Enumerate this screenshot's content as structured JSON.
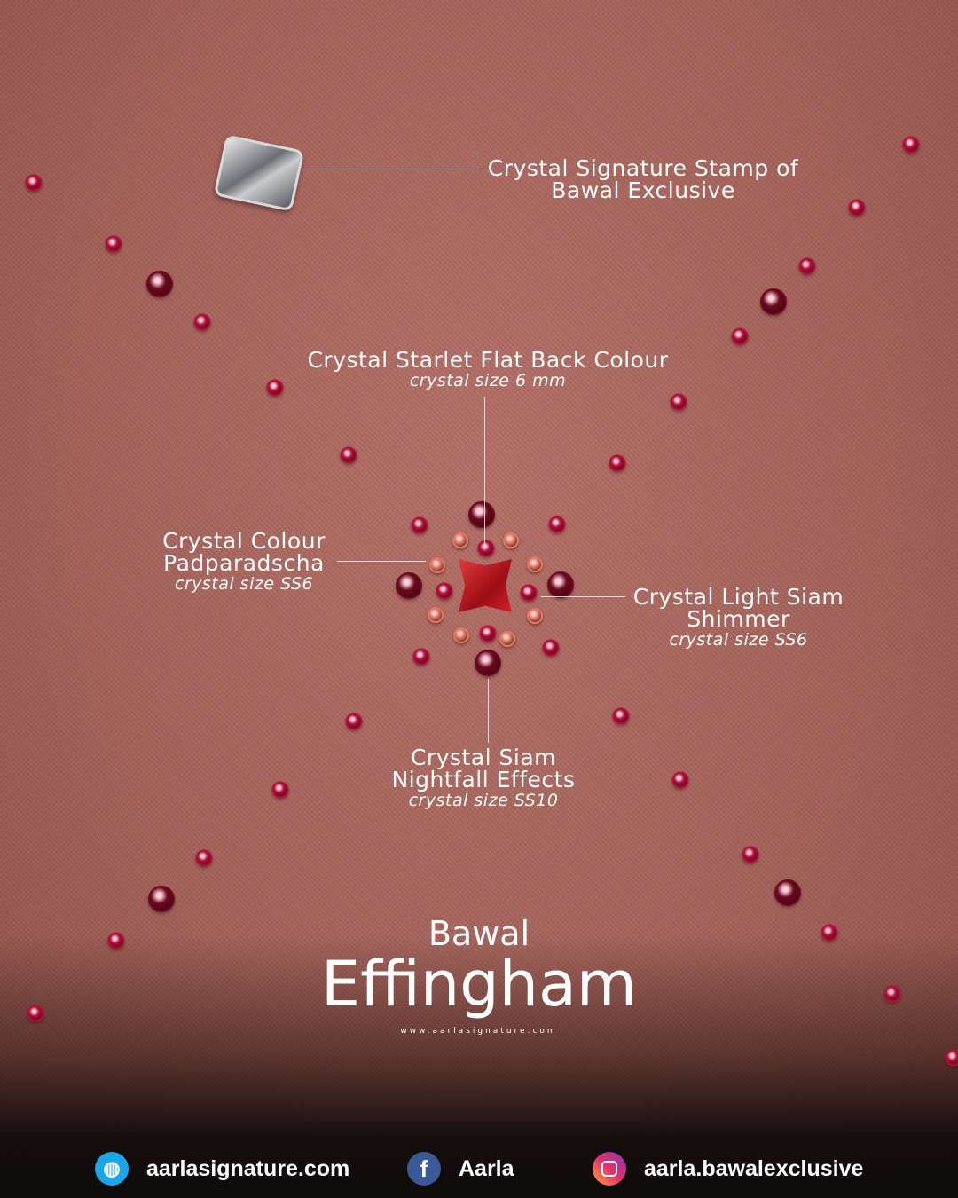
{
  "labels": {
    "signature": {
      "title_line1": "Crystal Signature Stamp of",
      "title_line2": "Bawal Exclusive"
    },
    "starlet": {
      "title": "Crystal Starlet Flat Back Colour",
      "size": "crystal size 6 mm"
    },
    "padparadscha": {
      "title_line1": "Crystal Colour",
      "title_line2": "Padparadscha",
      "size": "crystal size SS6"
    },
    "light_siam": {
      "title_line1": "Crystal Light Siam",
      "title_line2": "Shimmer",
      "size": "crystal size SS6"
    },
    "siam_nightfall": {
      "title_line1": "Crystal Siam",
      "title_line2": "Nightfall Effects",
      "size": "crystal size SS10"
    }
  },
  "product": {
    "collection": "Bawal",
    "name": "Effingham",
    "website_small": "www.aarlasignature.com"
  },
  "footer": {
    "website": {
      "icon": "globe-icon",
      "label": "aarlasignature.com",
      "color": "#1ba6e8"
    },
    "facebook": {
      "icon": "facebook-icon",
      "label": "Aarla",
      "color": "#3b5998"
    },
    "instagram": {
      "icon": "instagram-icon",
      "label": "aarla.bawalexclusive"
    }
  },
  "colors": {
    "fabric": "#a8665e",
    "siam": "#b0103a",
    "nightfall": "#6a0a1e",
    "padparadscha": "#e07a60"
  }
}
